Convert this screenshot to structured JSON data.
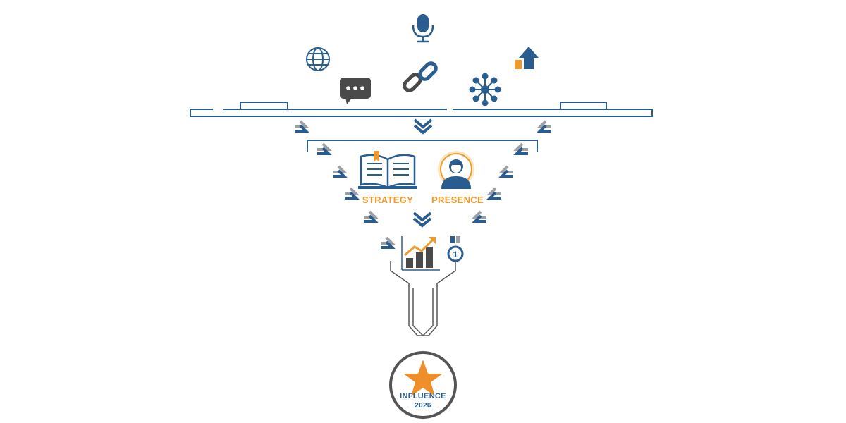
{
  "colors": {
    "navy": "#2a5d8f",
    "orange": "#ef9a2f",
    "gray": "#9aa0a6",
    "dark": "#4a4a4a",
    "badge_ring": "#555555",
    "badge_star": "#ef8f2a",
    "badge_text": "#2a5d8f"
  },
  "icons": {
    "top": [
      "microphone-icon",
      "globe-icon",
      "chat-icon",
      "link-icon",
      "network-icon",
      "growth-arrow-icon"
    ],
    "middle": [
      "book-icon",
      "person-icon"
    ],
    "lower": [
      "bar-chart-icon",
      "medal-icon"
    ],
    "badge": "star-icon"
  },
  "labels": {
    "strategy": "STRATEGY",
    "presence": "PRESENCE"
  },
  "badge": {
    "title": "INFLUENCE",
    "year": "2026"
  }
}
